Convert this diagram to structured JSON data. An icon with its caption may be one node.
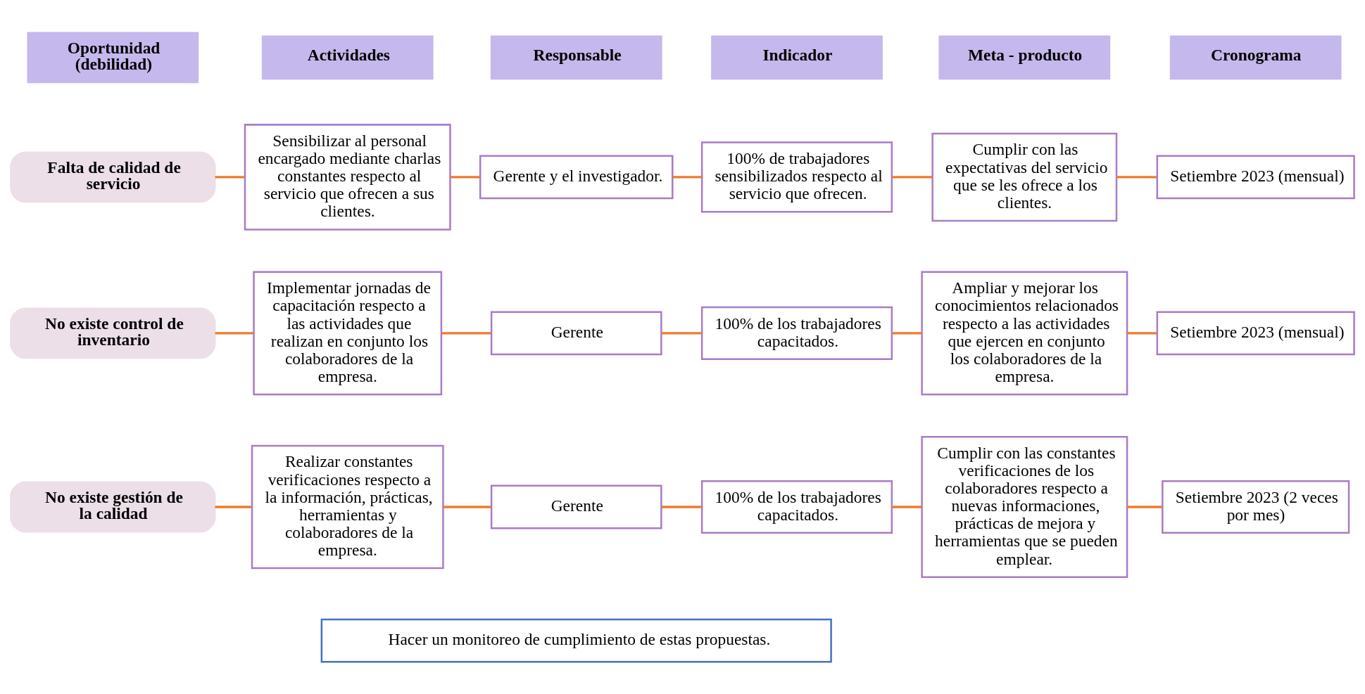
{
  "diagram": {
    "nodes": [
      {
        "text": [
          "Oportunidad (debilidad)"
        ]
      },
      {
        "text": [
          "Actividades"
        ]
      },
      {
        "text": [
          "Responsable"
        ]
      },
      {
        "text": [
          "Indicador"
        ]
      },
      {
        "text": [
          "Meta - producto"
        ]
      },
      {
        "text": [
          "Cronograma"
        ]
      },
      {
        "text": [
          "Falta de calidad de servicio"
        ]
      },
      {
        "text": [
          "Sensibilizar al personal encargado mediante charlas constantes respecto al servicio que ofrecen a sus clientes."
        ]
      },
      {
        "text": [
          "Gerente y el investigador."
        ]
      },
      {
        "text": [
          "100% de trabajadores sensibilizados respecto al servicio que ofrecen."
        ]
      },
      {
        "text": [
          "Cumplir con las expectativas del servicio que se les ofrece a los clientes."
        ]
      },
      {
        "text": [
          "Setiembre 2023 (mensual)"
        ]
      },
      {
        "text": [
          "No existe control de inventario"
        ]
      },
      {
        "text": [
          "Implementar jornadas de capacitación respecto a las actividades que realizan en conjunto los colaboradores de la empresa."
        ]
      },
      {
        "text": [
          "Gerente"
        ]
      },
      {
        "text": [
          "100% de los trabajadores capacitados."
        ]
      },
      {
        "text": [
          "Ampliar y mejorar los conocimientos relacionados respecto a las actividades que ejercen en conjunto los colaboradores de la empresa."
        ]
      },
      {
        "text": [
          "Setiembre 2023 (mensual)"
        ]
      },
      {
        "text": [
          "No existe gestión de la calidad"
        ]
      },
      {
        "text": [
          "Realizar constantes verificaciones respecto a la información, prácticas, herramientas y colaboradores de la empresa."
        ]
      },
      {
        "text": [
          "Gerente"
        ]
      },
      {
        "text": [
          "100% de los trabajadores capacitados."
        ]
      },
      {
        "text": [
          "Cumplir con las constantes verificaciones de los colaboradores respecto a nuevas informaciones, prácticas de mejora y herramientas que se pueden emplear."
        ]
      },
      {
        "text": [
          "Setiembre 2023 (2 veces por mes)"
        ]
      },
      {
        "text": [
          "Hacer un monitoreo de cumplimiento de estas propuestas."
        ]
      }
    ],
    "edges": [
      {
        "from": 6,
        "to": 7,
        "arrow": "none"
      },
      {
        "from": 7,
        "to": 8,
        "arrow": "none"
      },
      {
        "from": 8,
        "to": 9,
        "arrow": "none"
      },
      {
        "from": 9,
        "to": 10,
        "arrow": "none"
      },
      {
        "from": 10,
        "to": 11,
        "arrow": "none"
      },
      {
        "from": 12,
        "to": 13,
        "arrow": "none"
      },
      {
        "from": 13,
        "to": 14,
        "arrow": "none"
      },
      {
        "from": 14,
        "to": 15,
        "arrow": "none"
      },
      {
        "from": 15,
        "to": 16,
        "arrow": "none"
      },
      {
        "from": 16,
        "to": 17,
        "arrow": "none"
      },
      {
        "from": 18,
        "to": 19,
        "arrow": "none"
      },
      {
        "from": 19,
        "to": 20,
        "arrow": "none"
      },
      {
        "from": 20,
        "to": 21,
        "arrow": "none"
      },
      {
        "from": 21,
        "to": 22,
        "arrow": "none"
      },
      {
        "from": 22,
        "to": 23,
        "arrow": "none"
      }
    ]
  }
}
